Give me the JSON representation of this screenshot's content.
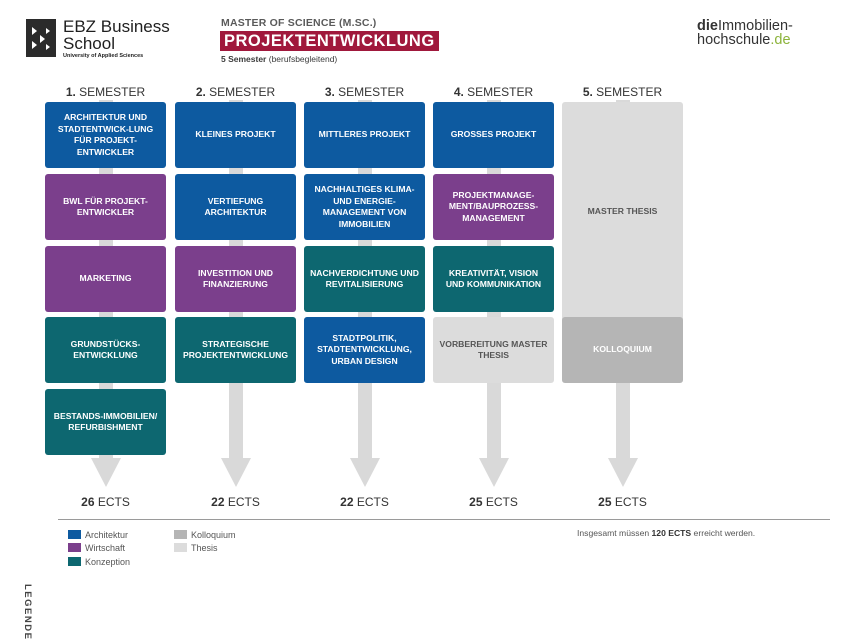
{
  "header": {
    "logo_name_line1": "EBZ Business",
    "logo_name_line2": "School",
    "logo_sub": "University of Applied Sciences",
    "degree": "MASTER OF SCIENCE (M.SC.)",
    "program": "PROJEKTENTWICKLUNG",
    "duration_bold": "5 Semester",
    "duration_rest": " (berufsbegleitend)",
    "brand_die": "die",
    "brand_line1": "Immobilien-",
    "brand_line2": "hochschule",
    "brand_tld": ".de"
  },
  "colors": {
    "architektur": "#0d5aa0",
    "wirtschaft": "#7b3f8c",
    "konzeption": "#0d6770",
    "kolloquium": "#b5b5b5",
    "thesis": "#dcdcdc",
    "title_bg": "#a0183c",
    "brand_green": "#8cb33b"
  },
  "semesters": [
    {
      "num": "1.",
      "label": "SEMESTER",
      "ects_num": "26",
      "ects_unit": "ECTS",
      "modules": [
        {
          "text": "ARCHITEKTUR UND STADTENTWICK-LUNG FÜR PROJEKT-ENTWICKLER",
          "category": "arch"
        },
        {
          "text": "BWL FÜR PROJEKT-ENTWICKLER",
          "category": "wirt"
        },
        {
          "text": "MARKETING",
          "category": "wirt"
        },
        {
          "text": "GRUNDSTÜCKS-ENTWICKLUNG",
          "category": "konz"
        },
        {
          "text": "BESTANDS-IMMOBILIEN/ REFURBISHMENT",
          "category": "konz"
        }
      ]
    },
    {
      "num": "2.",
      "label": "SEMESTER",
      "ects_num": "22",
      "ects_unit": "ECTS",
      "modules": [
        {
          "text": "KLEINES PROJEKT",
          "category": "arch"
        },
        {
          "text": "VERTIEFUNG ARCHITEKTUR",
          "category": "arch"
        },
        {
          "text": "INVESTITION UND FINANZIERUNG",
          "category": "wirt"
        },
        {
          "text": "STRATEGISCHE PROJEKTENTWICKLUNG",
          "category": "konz"
        }
      ]
    },
    {
      "num": "3.",
      "label": "SEMESTER",
      "ects_num": "22",
      "ects_unit": "ECTS",
      "modules": [
        {
          "text": "MITTLERES PROJEKT",
          "category": "arch"
        },
        {
          "text": "NACHHALTIGES KLIMA- UND ENERGIE-MANAGEMENT VON IMMOBILIEN",
          "category": "arch"
        },
        {
          "text": "NACHVERDICHTUNG UND REVITALISIERUNG",
          "category": "konz"
        },
        {
          "text": "STADTPOLITIK, STADTENTWICKLUNG, URBAN DESIGN",
          "category": "arch"
        }
      ]
    },
    {
      "num": "4.",
      "label": "SEMESTER",
      "ects_num": "25",
      "ects_unit": "ECTS",
      "modules": [
        {
          "text": "GROSSES PROJEKT",
          "category": "arch"
        },
        {
          "text": "PROJEKTMANAGE-MENT/BAUPROZESS-MANAGEMENT",
          "category": "wirt"
        },
        {
          "text": "KREATIVITÄT, VISION UND KOMMUNIKATION",
          "category": "konz"
        },
        {
          "text": "VORBEREITUNG MASTER THESIS",
          "category": "thes"
        }
      ]
    },
    {
      "num": "5.",
      "label": "SEMESTER",
      "ects_num": "25",
      "ects_unit": "ECTS",
      "modules": [
        {
          "text": "MASTER THESIS",
          "category": "thes"
        },
        {
          "text": "KOLLOQUIUM",
          "category": "koll"
        }
      ]
    }
  ],
  "legend": {
    "title": "LEGENDE",
    "items": [
      {
        "label": "Architektur",
        "category": "arch"
      },
      {
        "label": "Wirtschaft",
        "category": "wirt"
      },
      {
        "label": "Konzeption",
        "category": "konz"
      },
      {
        "label": "Kolloquium",
        "category": "koll"
      },
      {
        "label": "Thesis",
        "category": "thes"
      }
    ]
  },
  "total_pre": "Insgesamt müssen ",
  "total_bold": "120 ECTS",
  "total_post": " erreicht werden."
}
